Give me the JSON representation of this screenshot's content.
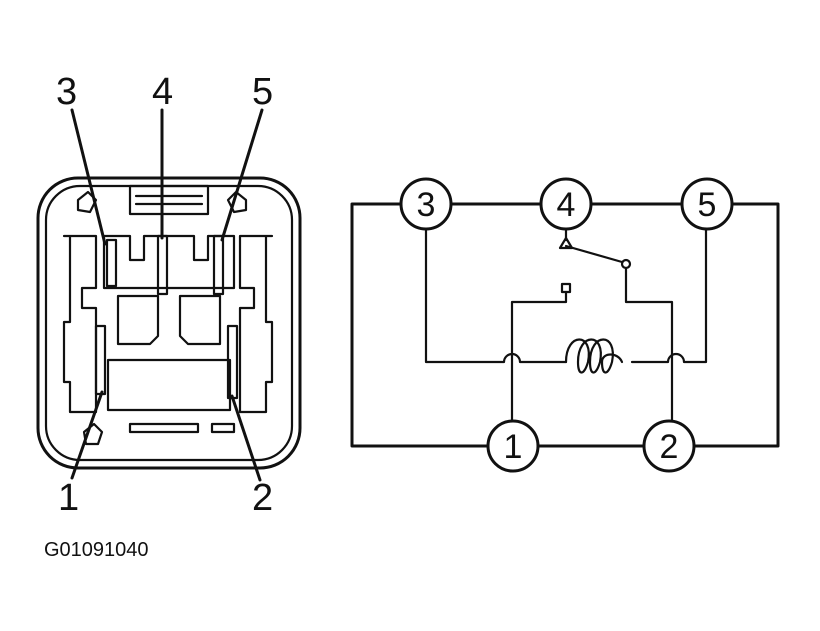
{
  "connector": {
    "pins": {
      "p1": "1",
      "p2": "2",
      "p3": "3",
      "p4": "4",
      "p5": "5"
    }
  },
  "schematic": {
    "nodes": {
      "n1": "1",
      "n2": "2",
      "n3": "3",
      "n4": "4",
      "n5": "5"
    }
  },
  "figure_code": "G01091040"
}
